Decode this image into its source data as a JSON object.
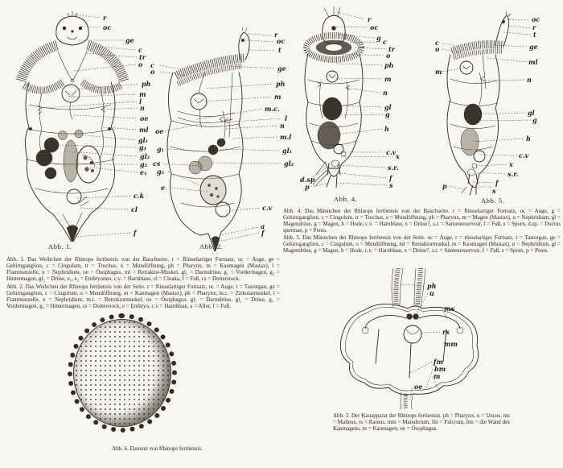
{
  "page": {
    "background": "#f8f6f1",
    "ink_color": "#2b2620"
  },
  "figures": {
    "fig1": {
      "number": "Abb. 1.",
      "caption": "Abb. 1. Das Weibchen der Rhinops fertöensis von der Bauchseite. r = Rüsselartiger Fortsatz, oc = Auge, ge = Gehirnganglion, c = Cingulum, tr = Trochus, o = Mundöffnung, ph = Pharynx, m = Kaumagen (Mastax), l = Flammenzelle, n = Nephridium, oe = Ösophagus, ml = Retraktor-Muskel, gl₁ = Darmdrüse, g₁ = Vordermagen, g₂ = Hintermagen, gl₂ = Drüse, e₁, e₂ = Embryonen, c.v. = Harnblase, cl = Cloaka, f = Fuß, cs = Dotterstock.",
      "labels": [
        "r",
        "oc",
        "ge",
        "c",
        "tr",
        "o",
        "ph",
        "m",
        "l",
        "n",
        "oe",
        "ml",
        "gl₁",
        "g₁",
        "gl₂",
        "g₂",
        "e₁",
        "c.k",
        "cl",
        "f"
      ]
    },
    "fig2": {
      "number": "Abb. 2.",
      "caption": "Abb. 2. Das Weibchen der Rhinops fertöensis von der Seite. r = Rüsselartiger Fortsatz, oc = Auge, t = Tastorgan, ge = Gehirnganglion, c = Cingulum, o = Mundöffnung, m = Kaumagen (Mastax), ph = Pharynx, m.c. = Zirkularmuskel, l = Flammenzelle, n = Nephridium, m.l. = Retraktormuskel, oe = Ösophagus, gl₁ = Darmdrüse, gl₂ = Drüse, g₁ = Vordermagen, g₂ = Hintermagen, cs = Dotterstock, e = Embryo, c.v = Harnblase, a = After, f = Fuß.",
      "labels_left": [
        "c",
        "o",
        "oe",
        "g₁",
        "cs",
        "g₂",
        "e"
      ],
      "labels_right": [
        "r",
        "oc",
        "t",
        "ge",
        "ph",
        "m",
        "m.c.",
        "l",
        "n",
        "m.l",
        "gl₁",
        "gl₂",
        "c.v",
        "a",
        "f"
      ]
    },
    "fig3": {
      "caption": "Abb. 3. Der Kauapparat der Rhinops fertöensis. ph = Pharynx, u = Uncus, ms = Malleus, rs = Ramus, mm = Manubrium, fm = Fulcrum, bm = die Wand des Kaumagens, m = Kaumagen, oe = Ösophagus.",
      "labels": [
        "ph",
        "u",
        "ms",
        "rs",
        "mm",
        "fm",
        "bm",
        "m",
        "oe"
      ]
    },
    "fig4": {
      "number": "Abb. 4.",
      "caption": "Abb. 4. Das Männchen der Rhinops fertöensis von der Bauchseite. r = Rüsselartiger Fortsatz, oc = Auge, g = Gehirnganglion, c = Cingulum, tr = Trochus, o = Mundöffnung, ph = Pharynx, m = Magen (Mastax), n = Nephridium, gl = Magendrüse, g = Magen, h = Hode, c.v. = Harnblase, x = Drüse?, s.r. = Samenreservoir, f = Fuß, s = Sporn, d.sp. = Ductus spermae, p = Penis.",
      "labels_right": [
        "r",
        "oc",
        "g",
        "c",
        "tr",
        "o",
        "ph",
        "m",
        "n",
        "gl",
        "g",
        "h",
        "c.v",
        "x",
        "s.r.",
        "f",
        "s"
      ],
      "labels_left": [
        "d.sp",
        "p"
      ]
    },
    "fig5": {
      "number": "Abb. 5.",
      "caption": "Abb. 5. Das Männchen der Rhinops fertöensis von der Seite. oc = Auge, r = rüsselartiger Fortsatz, t = Tastorgan, ge = Gehirnganglion, c = Cingulum, o = Mundöffnung, ml = Retraktormuskel, m = Kaumagen (Mastax), n = Nephridium, gl = Magendrüse, g = Magen, h = Hode, c.v. = Harnblase, x = Drüse?, s.r. = Samenreservoir, f = Fuß, s = Sporn, p = Penis.",
      "labels_right": [
        "oc",
        "r",
        "t",
        "ge",
        "ml",
        "n",
        "gl",
        "g",
        "h",
        "c.v",
        "x",
        "s.r.",
        "f",
        "s"
      ],
      "labels_left": [
        "c",
        "o",
        "m",
        "p"
      ]
    },
    "fig6": {
      "caption": "Abb. 6. Dauerei von Rhinops fertöensis."
    }
  }
}
